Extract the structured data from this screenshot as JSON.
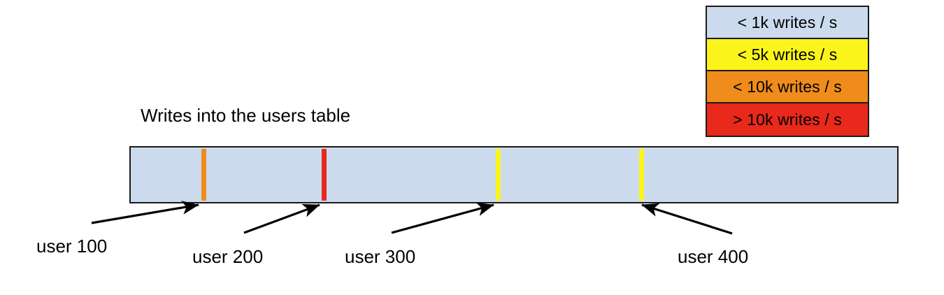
{
  "chart_data": {
    "type": "bar",
    "title": "Writes into the users table",
    "xlabel": "",
    "ylabel": "",
    "orientation": "horizontal",
    "description": "A single horizontal band representing the users table key range, shaded by write rate, with coloured boundary markers at user 100, user 200, user 300 and user 400.",
    "categories": [
      "user 100",
      "user 200",
      "user 300",
      "user 400"
    ],
    "legend_position": "top-right",
    "grid": false,
    "band_fill": "#ccdaee",
    "band_fill_meaning": "< 1k writes / s",
    "markers": [
      {
        "label": "user 100",
        "color": "#ef8c1c",
        "meaning": "< 10k writes / s",
        "position_pct": 9.6
      },
      {
        "label": "user 200",
        "color": "#e8291c",
        "meaning": "> 10k writes / s",
        "position_pct": 25.2
      },
      {
        "label": "user 300",
        "color": "#fbf41a",
        "meaning": "< 5k writes / s",
        "position_pct": 47.7
      },
      {
        "label": "user 400",
        "color": "#fbf41a",
        "meaning": "< 5k writes / s",
        "position_pct": 66.3
      }
    ]
  },
  "legend": {
    "title": "write rate legend",
    "items": [
      {
        "label": "< 1k writes / s",
        "color": "#ccdaee"
      },
      {
        "label": "< 5k writes / s",
        "color": "#fbf41a"
      },
      {
        "label": "< 10k writes / s",
        "color": "#ef8c1c"
      },
      {
        "label": "> 10k writes / s",
        "color": "#e8291c"
      }
    ]
  },
  "diagram": {
    "title": "Writes into the users table",
    "labels": [
      {
        "text": "user 100"
      },
      {
        "text": "user 200"
      },
      {
        "text": "user 300"
      },
      {
        "text": "user 400"
      }
    ]
  }
}
